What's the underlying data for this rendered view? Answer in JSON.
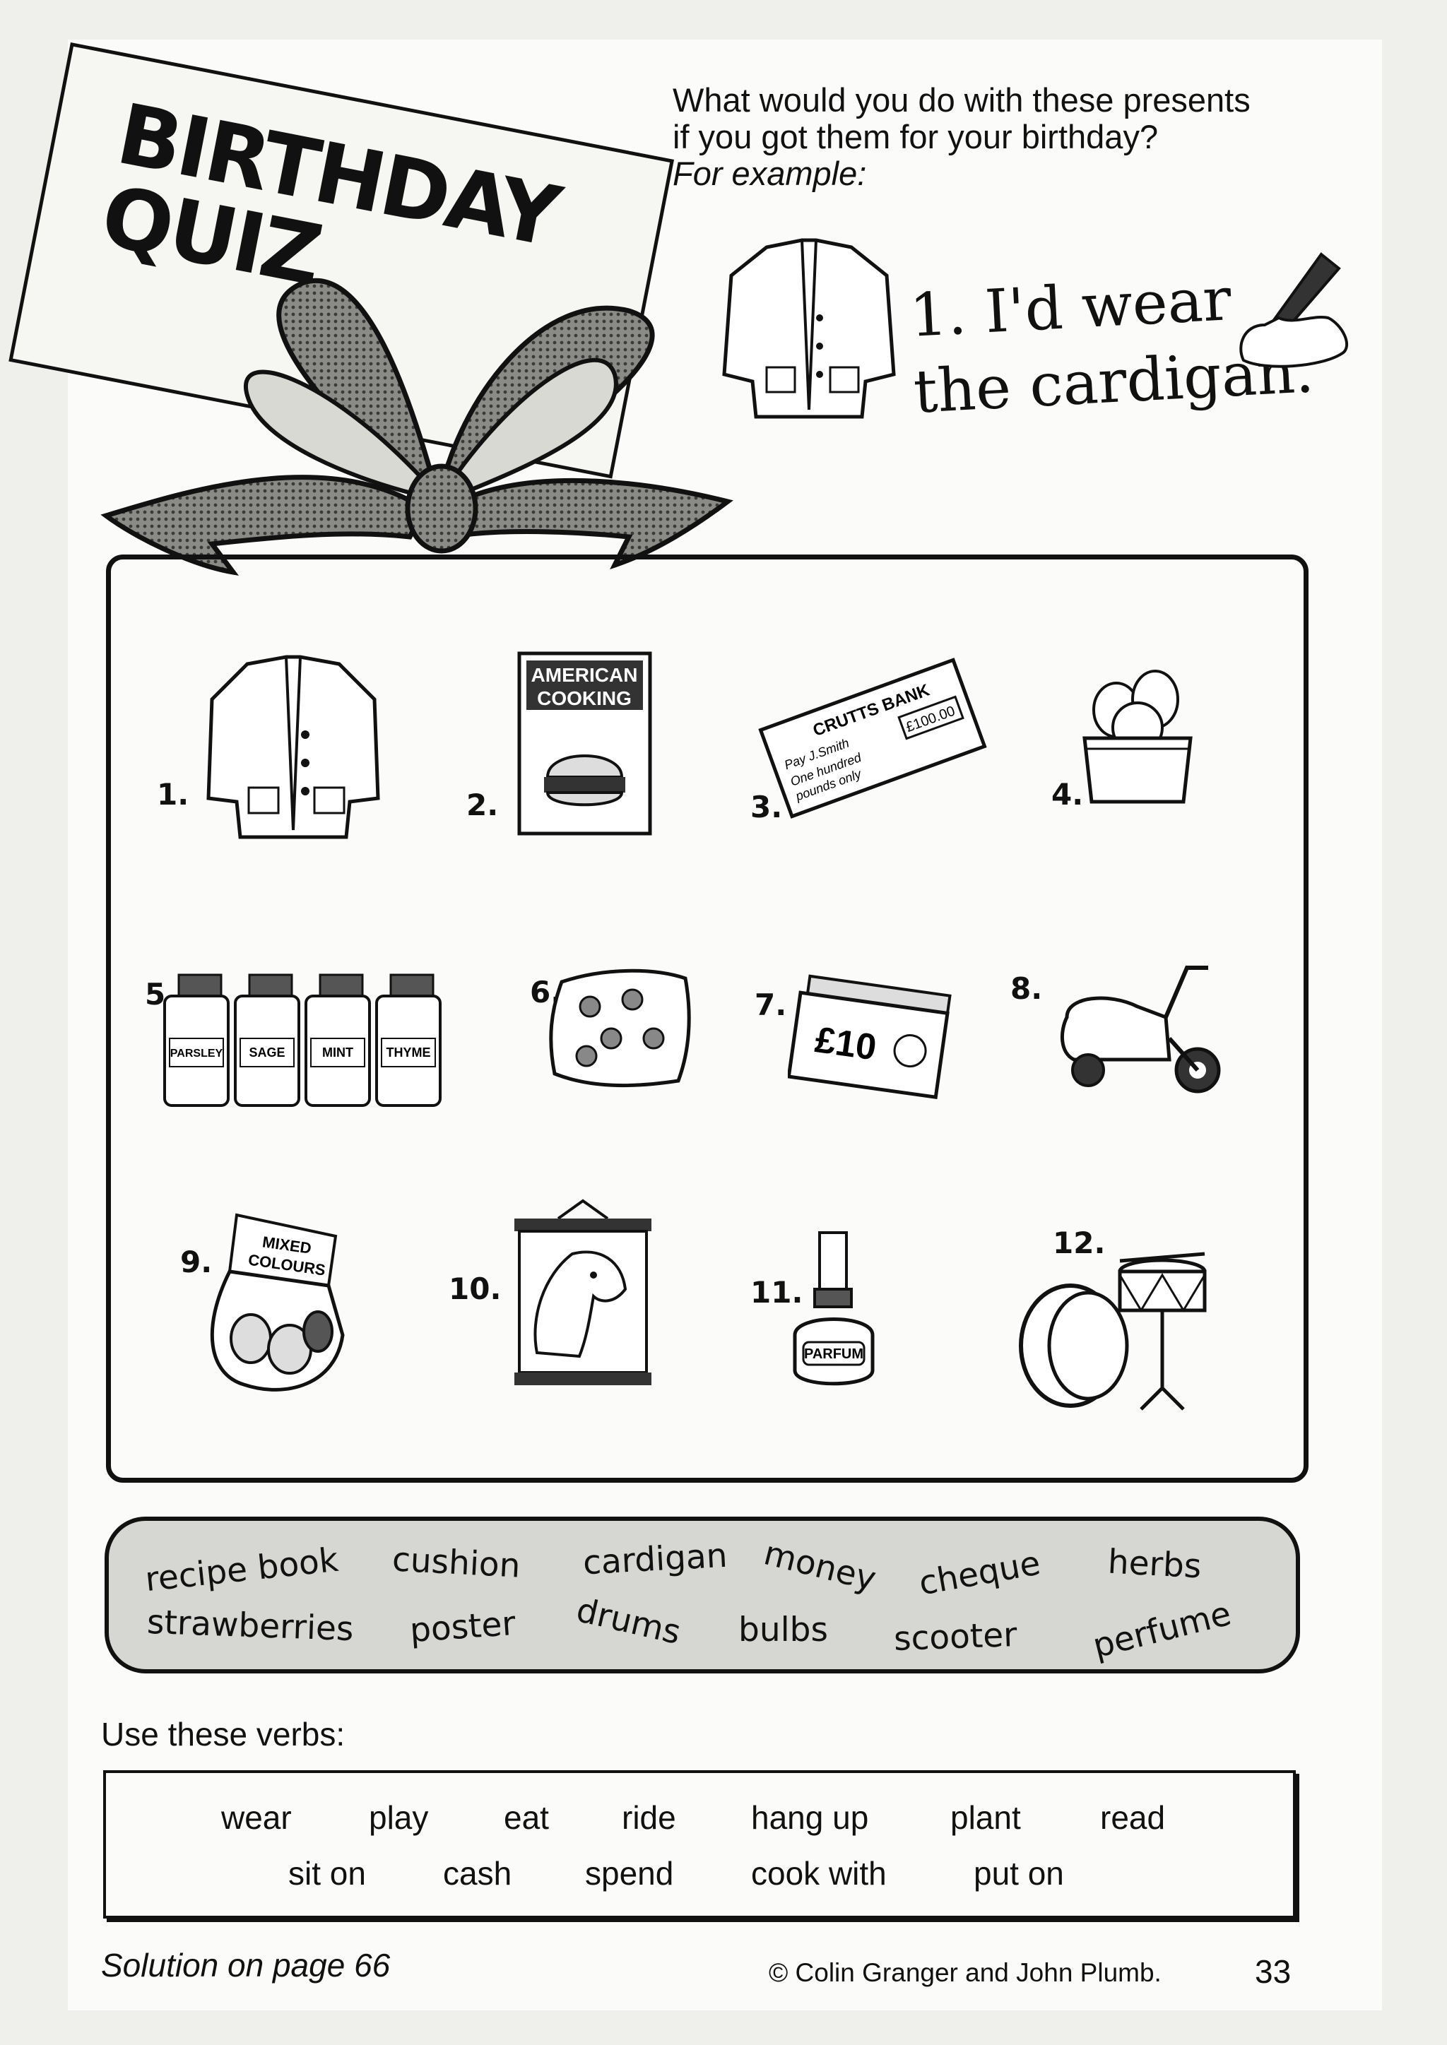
{
  "title": {
    "line1": "BIRTHDAY",
    "line2": "QUIZ"
  },
  "intro": {
    "line1": "What would you do with these presents",
    "line2": "if you got them for your birthday?",
    "example_label": "For example:"
  },
  "example_answer": {
    "line1": "1. I'd wear",
    "line2": "the cardigan."
  },
  "items": [
    {
      "num": "1.",
      "name": "cardigan"
    },
    {
      "num": "2.",
      "name": "recipe book",
      "text1": "AMERICAN",
      "text2": "COOKING"
    },
    {
      "num": "3.",
      "name": "cheque",
      "bank": "CRUTTS BANK",
      "amount": "£100.00",
      "t1": "Pay J.Smith",
      "t2": "One hundred",
      "t3": "pounds only"
    },
    {
      "num": "4.",
      "name": "strawberries"
    },
    {
      "num": "5.",
      "name": "herbs",
      "jars": [
        "PARSLEY",
        "SAGE",
        "MINT",
        "THYME"
      ]
    },
    {
      "num": "6.",
      "name": "cushion"
    },
    {
      "num": "7.",
      "name": "money",
      "note": "£10"
    },
    {
      "num": "8.",
      "name": "scooter"
    },
    {
      "num": "9.",
      "name": "bulbs",
      "pack1": "MIXED",
      "pack2": "COLOURS"
    },
    {
      "num": "10.",
      "name": "poster"
    },
    {
      "num": "11.",
      "name": "perfume",
      "label": "PARFUM"
    },
    {
      "num": "12.",
      "name": "drums"
    }
  ],
  "word_bank": {
    "row1": [
      "recipe book",
      "cushion",
      "cardigan",
      "money",
      "cheque",
      "herbs"
    ],
    "row2": [
      "strawberries",
      "poster",
      "drums",
      "bulbs",
      "scooter",
      "perfume"
    ]
  },
  "verbs_label": "Use these verbs:",
  "verbs": {
    "row1": [
      "wear",
      "play",
      "eat",
      "ride",
      "hang up",
      "plant",
      "read"
    ],
    "row2": [
      "sit on",
      "cash",
      "spend",
      "cook with",
      "put on"
    ]
  },
  "footer": {
    "solution": "Solution on page 66",
    "copyright": "© Colin Granger and John Plumb.",
    "page_number": "33"
  }
}
